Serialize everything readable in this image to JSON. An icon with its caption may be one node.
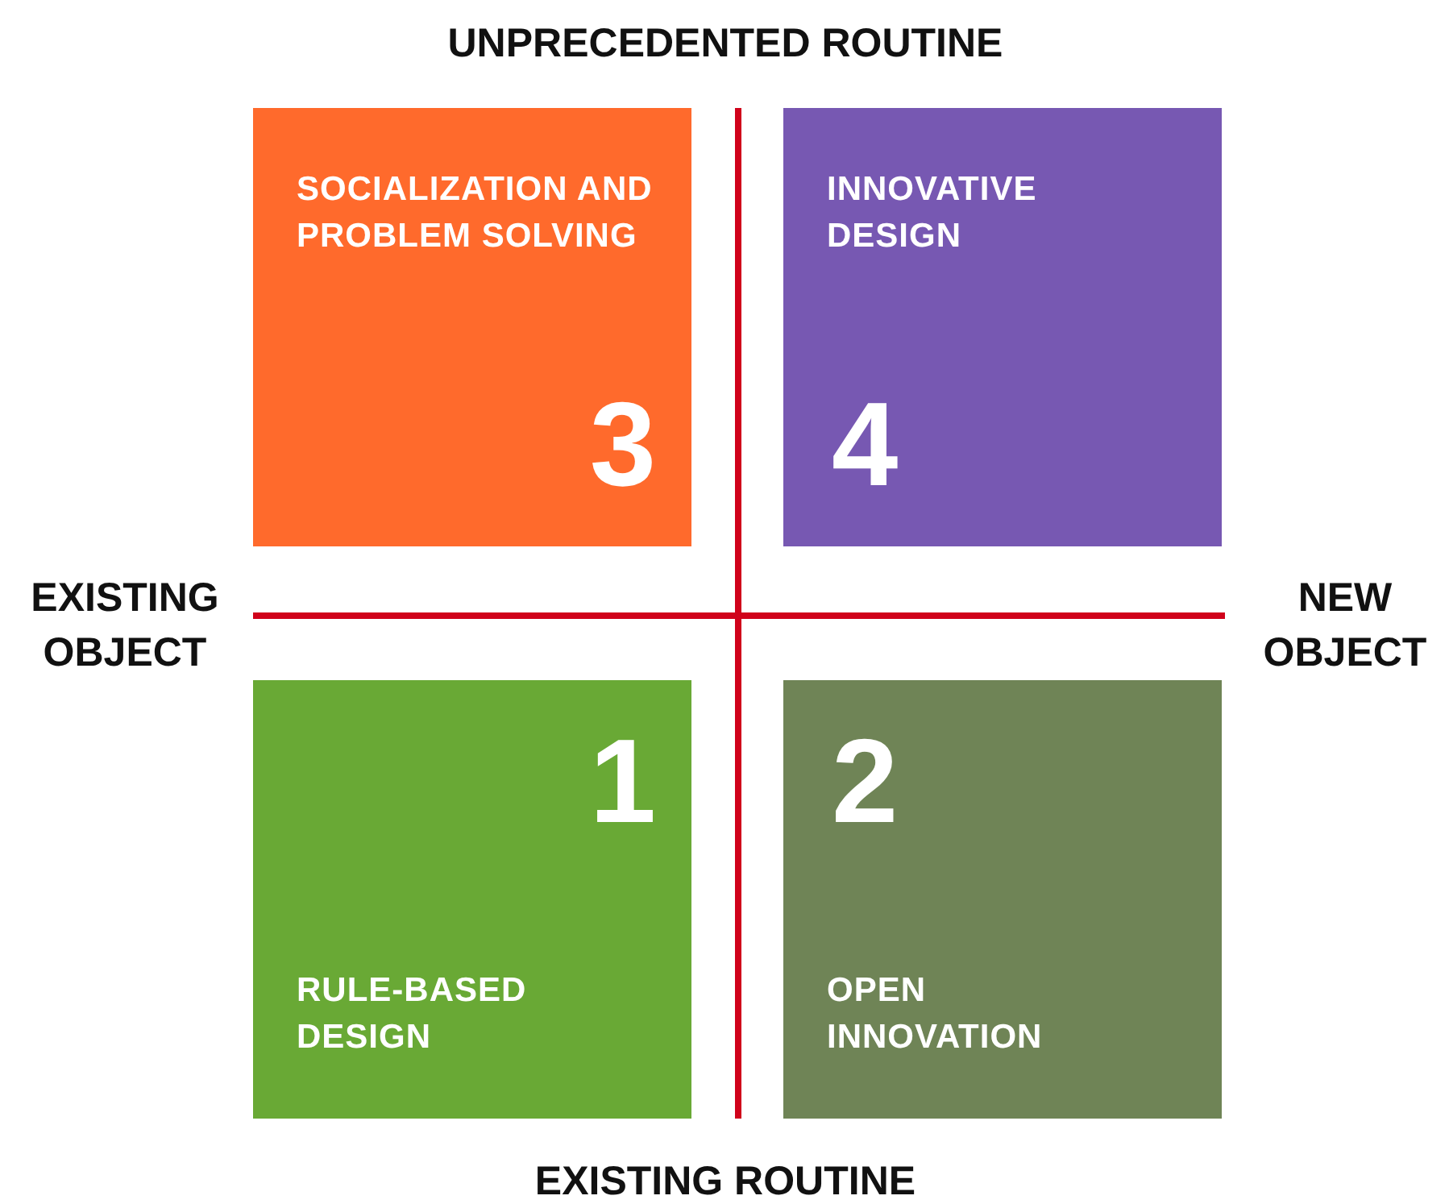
{
  "diagram": {
    "nodes": [
      {
        "text": [
          "SOCIALIZATION AND PROBLEM SOLVING",
          "3"
        ]
      },
      {
        "text": [
          "INNOVATIVE DESIGN",
          "4"
        ]
      },
      {
        "text": [
          "1",
          "RULE-BASED DESIGN"
        ]
      },
      {
        "text": [
          "2",
          "OPEN INNOVATION"
        ]
      }
    ],
    "edges": [],
    "labels": [
      "UNPRECEDENTED ROUTINE",
      "EXISTING OBJECT",
      "NEW OBJECT",
      "EXISTING ROUTINE"
    ]
  }
}
